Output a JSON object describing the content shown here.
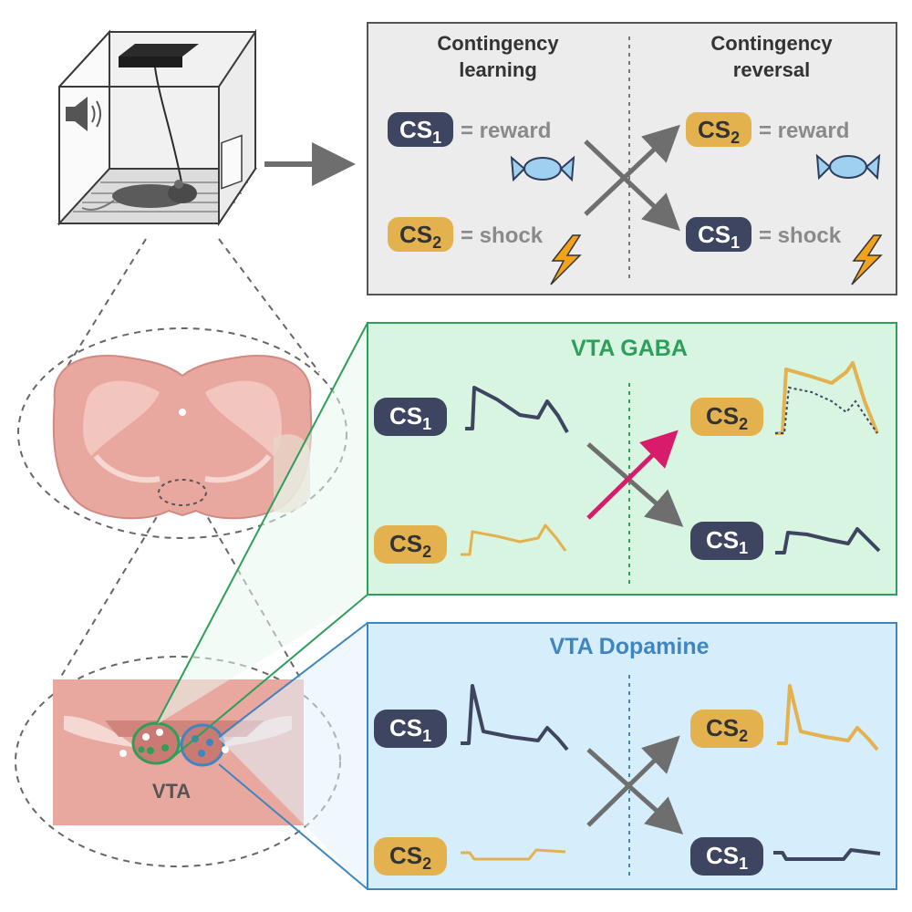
{
  "top_panel": {
    "learning_title_line1": "Contingency",
    "learning_title_line2": "learning",
    "reversal_title_line1": "Contingency",
    "reversal_title_line2": "reversal",
    "learning": [
      {
        "cs": "CS",
        "sub": "1",
        "text": "= reward",
        "icon": "candy-icon"
      },
      {
        "cs": "CS",
        "sub": "2",
        "text": "= shock",
        "icon": "lightning-icon"
      }
    ],
    "reversal": [
      {
        "cs": "CS",
        "sub": "2",
        "text": "= reward",
        "icon": "candy-icon"
      },
      {
        "cs": "CS",
        "sub": "1",
        "text": "= shock",
        "icon": "lightning-icon"
      }
    ]
  },
  "gaba_panel": {
    "title": "VTA GABA",
    "color": "#2e9e5b",
    "left": [
      {
        "cs": "CS",
        "sub": "1"
      },
      {
        "cs": "CS",
        "sub": "2"
      }
    ],
    "right": [
      {
        "cs": "CS",
        "sub": "2"
      },
      {
        "cs": "CS",
        "sub": "1"
      }
    ]
  },
  "dopamine_panel": {
    "title": "VTA Dopamine",
    "color": "#3f86c1",
    "left": [
      {
        "cs": "CS",
        "sub": "1"
      },
      {
        "cs": "CS",
        "sub": "2"
      }
    ],
    "right": [
      {
        "cs": "CS",
        "sub": "2"
      },
      {
        "cs": "CS",
        "sub": "1"
      }
    ]
  },
  "brain": {
    "region_label": "VTA"
  },
  "colors": {
    "cs1_fill": "#3d4560",
    "cs2_fill": "#e3b24f",
    "magenta_arrow": "#d81b6a",
    "gray_arrow": "#6e6e6e",
    "brain_pink": "#e8a8a0"
  }
}
